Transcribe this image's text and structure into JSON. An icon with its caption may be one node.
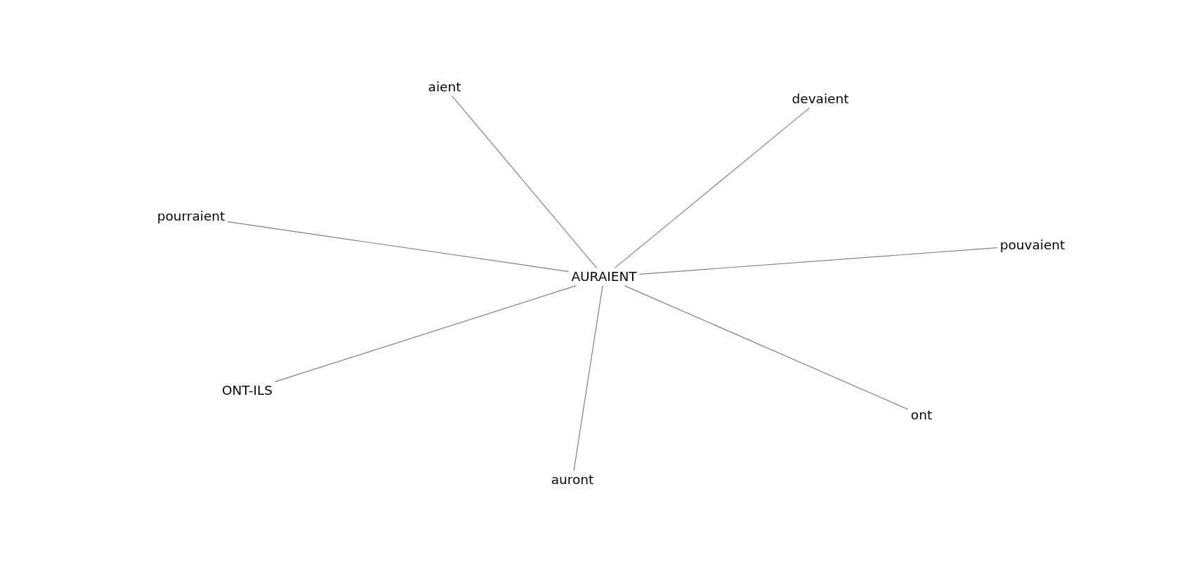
{
  "diagram": {
    "nodes": [
      {
        "text": [
          "AURAIENT"
        ]
      },
      {
        "text": [
          "aient"
        ]
      },
      {
        "text": [
          "devaient"
        ]
      },
      {
        "text": [
          "pourraient"
        ]
      },
      {
        "text": [
          "pouvaient"
        ]
      },
      {
        "text": [
          "ONT-ILS"
        ]
      },
      {
        "text": [
          "ont"
        ]
      },
      {
        "text": [
          "auront"
        ]
      }
    ],
    "edges": [
      {
        "from": 0,
        "to": 1,
        "arrow": "none"
      },
      {
        "from": 0,
        "to": 2,
        "arrow": "none"
      },
      {
        "from": 0,
        "to": 3,
        "arrow": "none"
      },
      {
        "from": 0,
        "to": 4,
        "arrow": "none"
      },
      {
        "from": 0,
        "to": 5,
        "arrow": "none"
      },
      {
        "from": 0,
        "to": 6,
        "arrow": "none"
      },
      {
        "from": 0,
        "to": 7,
        "arrow": "none"
      }
    ]
  }
}
